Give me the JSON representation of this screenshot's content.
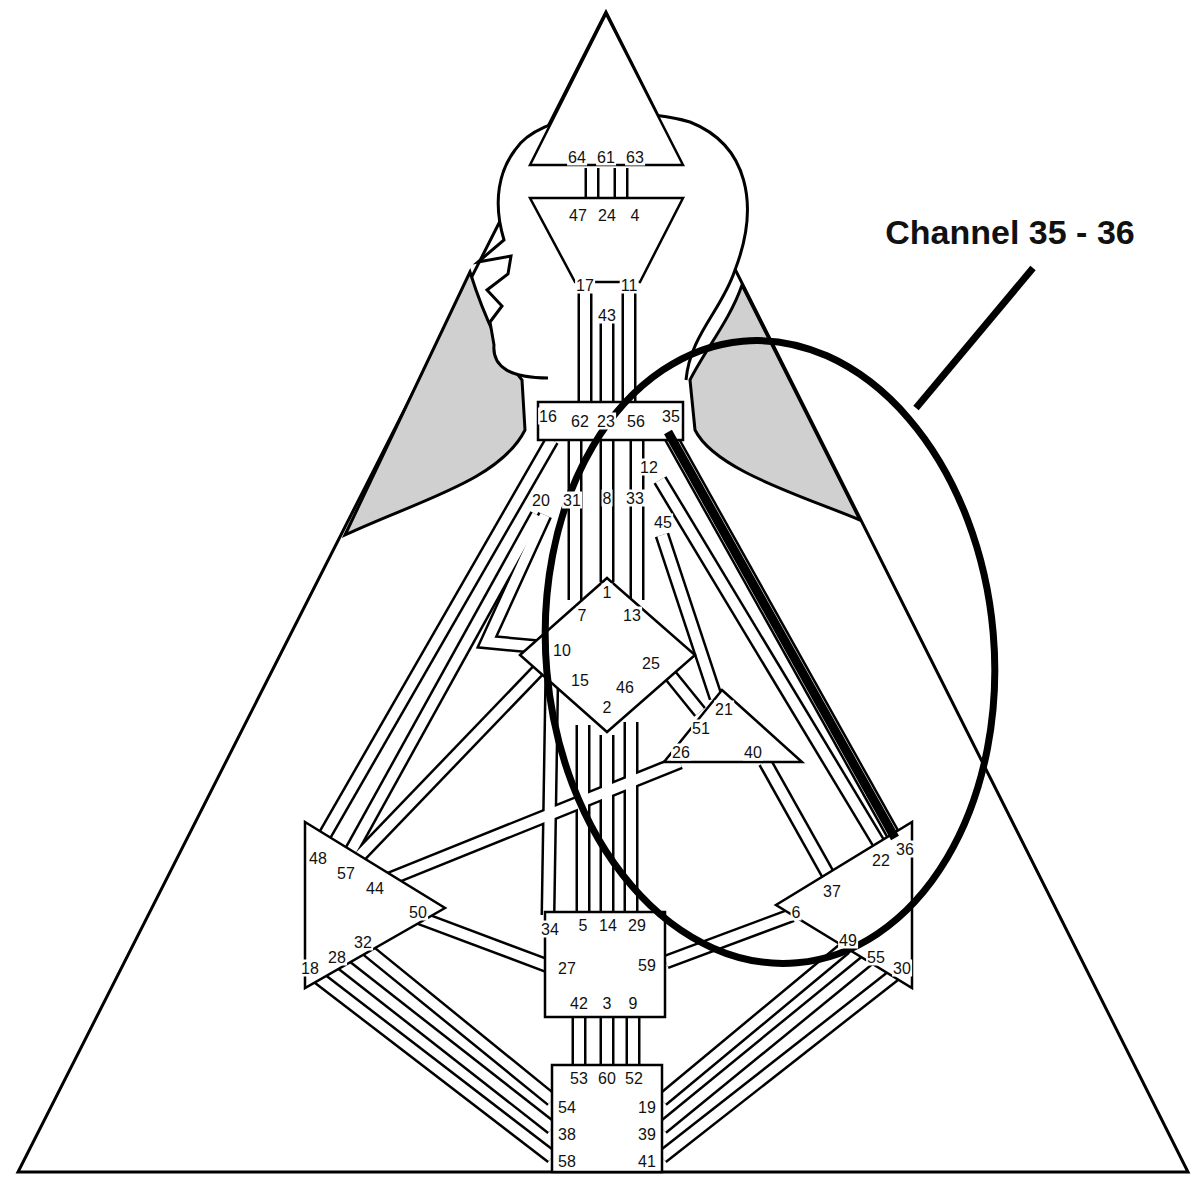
{
  "diagram": {
    "labels": [
      "Channel 35 - 36",
      "64",
      "61",
      "63",
      "47",
      "24",
      "4",
      "17",
      "11",
      "43",
      "16",
      "62",
      "23",
      "56",
      "35",
      "12",
      "20",
      "31",
      "8",
      "33",
      "45",
      "1",
      "7",
      "13",
      "10",
      "25",
      "15",
      "46",
      "2",
      "51",
      "21",
      "26",
      "40",
      "48",
      "57",
      "44",
      "22",
      "36",
      "37",
      "50",
      "6",
      "34",
      "5",
      "14",
      "29",
      "49",
      "18",
      "28",
      "32",
      "27",
      "59",
      "55",
      "30",
      "42",
      "3",
      "9",
      "53",
      "60",
      "52",
      "54",
      "19",
      "38",
      "39",
      "58",
      "41"
    ]
  }
}
